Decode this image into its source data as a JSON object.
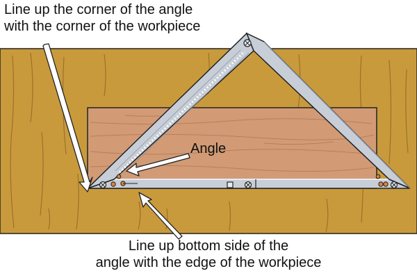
{
  "labels": {
    "top_line1": "Line up the corner of the angle",
    "top_line2": "with the corner of the workpiece",
    "angle": "Angle",
    "bottom_line1": "Line up bottom side of the",
    "bottom_line2": "angle with the edge of the workpiece"
  },
  "colors": {
    "bench": "#c99a3c",
    "bench_grain": "#8a6424",
    "workpiece": "#d29b76",
    "workpiece_grain": "#b27b57",
    "angle_metal": "#c7ced8",
    "angle_highlight": "#e6ebf1",
    "angle_shadow": "#8c959f",
    "hole": "#d8843b",
    "arrow_fill": "#ffffff",
    "outline": "#222222"
  },
  "icons": [
    "screw-icon",
    "square-hole-icon",
    "arrow-icon"
  ]
}
